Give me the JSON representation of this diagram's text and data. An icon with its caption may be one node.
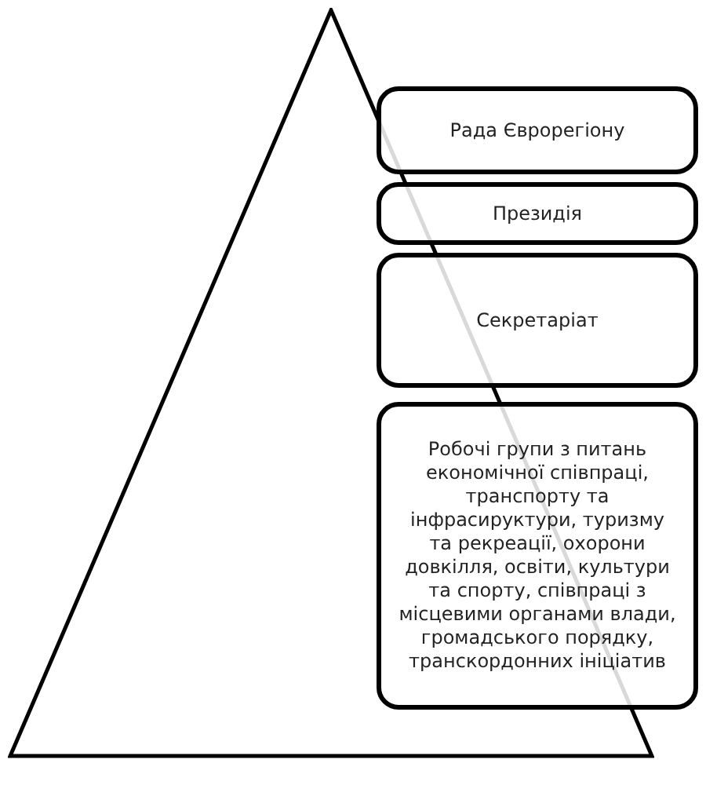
{
  "diagram": {
    "nodes": [
      {
        "text": [],
        "shape": "triangle"
      },
      {
        "text": [
          "Рада Єврорегіону"
        ]
      },
      {
        "text": [
          "Президія"
        ]
      },
      {
        "text": [
          "Секретаріат"
        ]
      },
      {
        "text": [
          "Робочі групи з питань економічної співпраці, транспорту та інфрасируктури, туризму та рекреації, охорони довкілля, освіти, культури та спорту, співпраці з місцевими органами влади, громадського порядку, транскордонних ініціатив"
        ]
      }
    ]
  }
}
